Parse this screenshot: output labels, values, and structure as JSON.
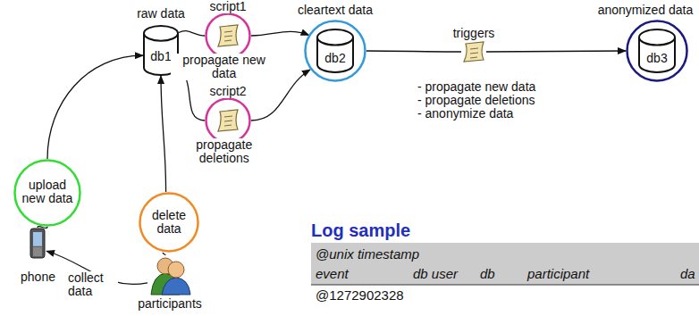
{
  "diagram": {
    "nodes": [
      {
        "text": [
          "raw data",
          "db1"
        ]
      },
      {
        "text": [
          "script1",
          "propagate new data"
        ]
      },
      {
        "text": [
          "script2",
          "propagate deletions"
        ]
      },
      {
        "text": [
          "cleartext data",
          "db2"
        ]
      },
      {
        "text": [
          "triggers",
          "- propagate new data",
          "- propagate deletions",
          "- anonymize data"
        ]
      },
      {
        "text": [
          "anonymized data",
          "db3"
        ]
      },
      {
        "text": [
          "upload new data"
        ]
      },
      {
        "text": [
          "delete data"
        ]
      },
      {
        "text": [
          "phone"
        ]
      },
      {
        "text": [
          "participants"
        ]
      }
    ],
    "edges": [
      {
        "from": 0,
        "to": 1,
        "arrow": "none"
      },
      {
        "from": 1,
        "to": 3,
        "arrow": "to"
      },
      {
        "from": 0,
        "to": 2,
        "arrow": "none"
      },
      {
        "from": 2,
        "to": 3,
        "arrow": "to"
      },
      {
        "from": 3,
        "to": 4,
        "arrow": "none"
      },
      {
        "from": 4,
        "to": 5,
        "arrow": "to"
      },
      {
        "from": 8,
        "to": 6,
        "arrow": "none"
      },
      {
        "from": 6,
        "to": 0,
        "arrow": "to"
      },
      {
        "from": 9,
        "to": 7,
        "arrow": "none"
      },
      {
        "from": 7,
        "to": 0,
        "arrow": "to"
      },
      {
        "from": 9,
        "to": 8,
        "label": "collect data",
        "arrow": "to"
      }
    ],
    "labels": [
      "Log sample",
      "@unix timestamp",
      "event",
      "db user",
      "db",
      "participant",
      "da",
      "@1272902328"
    ]
  }
}
